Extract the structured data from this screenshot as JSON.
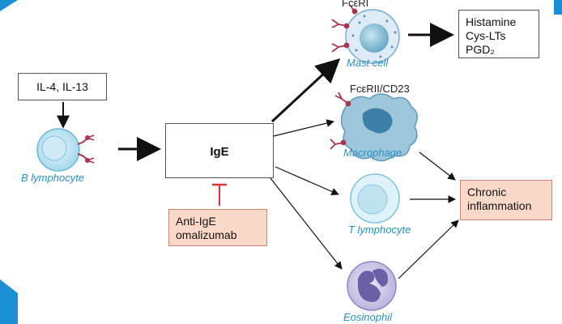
{
  "colors": {
    "arrow": "#111111",
    "cell_label": "#2a8fc4",
    "receptor": "#a8354f",
    "inhibit": "#d9343a",
    "pink_fill": "#fbd9c9",
    "slide_accent": "#1a8fd3"
  },
  "boxes": {
    "cytokines": "IL-4, IL-13",
    "ige": "IgE",
    "mediators": [
      "Histamine",
      "Cys-LTs",
      "PGD₂"
    ],
    "anti_ige": [
      "Anti-IgE",
      "omalizumab"
    ],
    "chronic": [
      "Chronic",
      "inflammation"
    ]
  },
  "cells": {
    "b_lymphocyte": "B lymphocyte",
    "mast_cell": "Mast cell",
    "macrophage": "Macrophage",
    "t_lymphocyte": "T lymphocyte",
    "eosinophil": "Eosinophil"
  },
  "receptors": {
    "fceri": "FcεRI",
    "fcerii": "FcεRII/CD23"
  }
}
